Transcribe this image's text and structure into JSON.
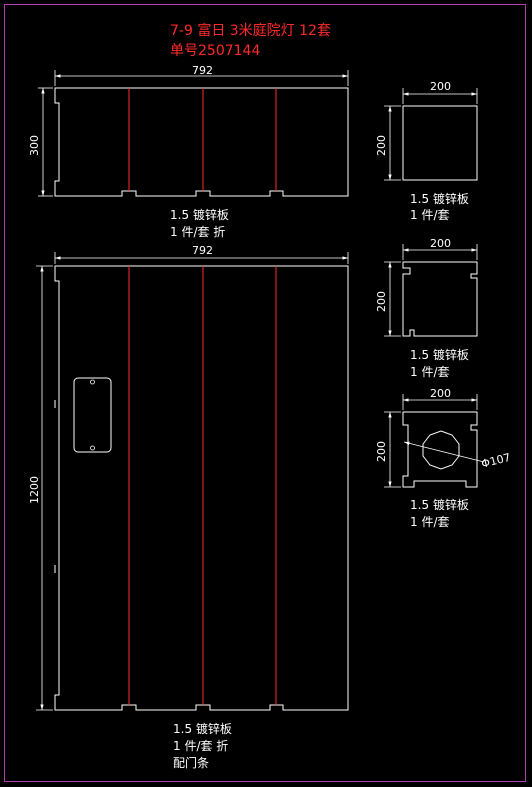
{
  "header": {
    "title": "7-9 富日 3米庭院灯 12套",
    "order": "单号2507144"
  },
  "panel_top": {
    "width_dim": "792",
    "height_dim": "300",
    "note1": "1.5 镀锌板",
    "note2": "1 件/套 折"
  },
  "panel_main": {
    "width_dim": "792",
    "height_dim": "1200",
    "note1": "1.5 镀锌板",
    "note2": "1 件/套 折",
    "note3": "配门条"
  },
  "plate_a": {
    "width_dim": "200",
    "height_dim": "200",
    "note1": "1.5 镀锌板",
    "note2": "1 件/套"
  },
  "plate_b": {
    "width_dim": "200",
    "height_dim": "200",
    "note1": "1.5 镀锌板",
    "note2": "1 件/套"
  },
  "plate_c": {
    "width_dim": "200",
    "height_dim": "200",
    "hole_dim": "Φ107",
    "note1": "1.5 镀锌板",
    "note2": "1 件/套"
  },
  "colors": {
    "outline": "#ffffff",
    "fold_line": "#ff2a2a",
    "frame": "#b03cb0"
  }
}
